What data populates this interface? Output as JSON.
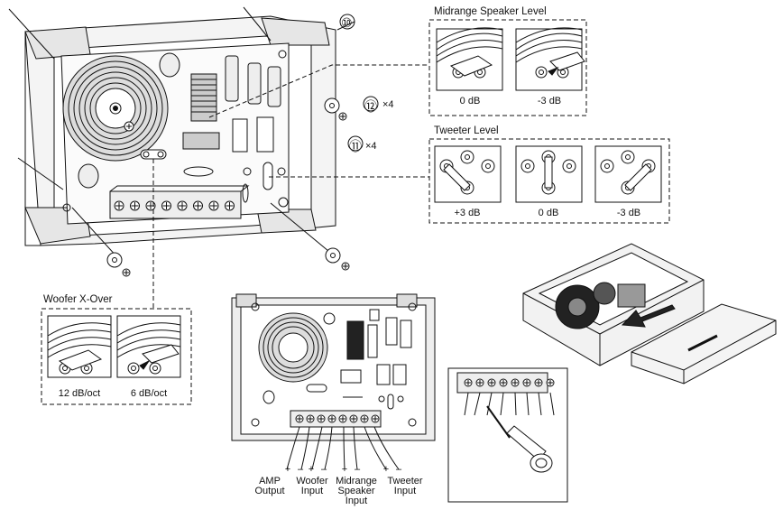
{
  "callouts": {
    "ten": "⑩",
    "twelve": "⑫",
    "twelve_qty": "×4",
    "eleven": "⑪",
    "eleven_qty": "×4"
  },
  "midrange": {
    "title": "Midrange Speaker Level",
    "options": [
      "0 dB",
      "-3 dB"
    ]
  },
  "tweeter": {
    "title": "Tweeter Level",
    "options": [
      "+3 dB",
      "0 dB",
      "-3 dB"
    ]
  },
  "woofer": {
    "title": "Woofer X-Over",
    "options": [
      "12 dB/oct",
      "6 dB/oct"
    ]
  },
  "terminals": {
    "polarity": [
      "+",
      "–",
      "+",
      "–",
      "+",
      "–",
      "+",
      "–"
    ],
    "groups": [
      {
        "line1": "AMP",
        "line2": "Output",
        "line3": ""
      },
      {
        "line1": "Woofer",
        "line2": "Input",
        "line3": ""
      },
      {
        "line1": "Midrange",
        "line2": "Speaker",
        "line3": "Input"
      },
      {
        "line1": "Tweeter",
        "line2": "Input",
        "line3": ""
      }
    ]
  }
}
